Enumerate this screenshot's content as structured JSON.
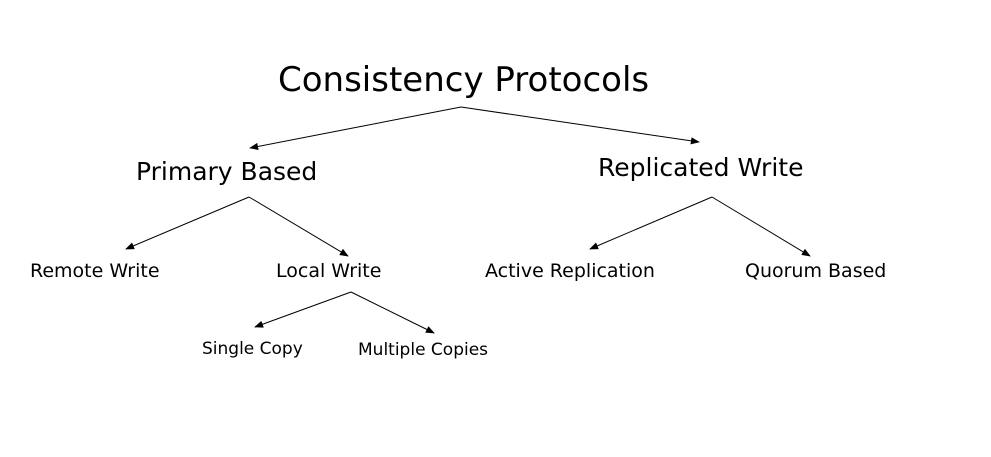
{
  "diagram": {
    "root": "Consistency Protocols",
    "primary_based": {
      "label": "Primary Based",
      "children": {
        "remote_write": "Remote Write",
        "local_write": {
          "label": "Local Write",
          "children": {
            "single_copy": "Single Copy",
            "multiple_copies": "Multiple Copies"
          }
        }
      }
    },
    "replicated_write": {
      "label": "Replicated Write",
      "children": {
        "active_replication": "Active Replication",
        "quorum_based": "Quorum Based"
      }
    },
    "colors": {
      "text": "#000000",
      "lines": "#000000",
      "background": "#ffffff"
    }
  }
}
